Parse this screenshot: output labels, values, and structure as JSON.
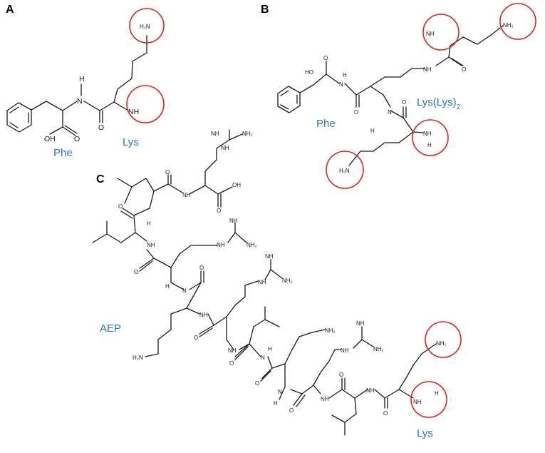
{
  "panels": [
    {
      "id": "A",
      "label": "A"
    },
    {
      "id": "B",
      "label": "B"
    },
    {
      "id": "C",
      "label": "C"
    }
  ],
  "residue_labels": {
    "a_phe": "Phe",
    "a_lys": "Lys",
    "b_phe": "Phe",
    "b_lyslys_main": "Lys(Lys)",
    "b_lyslys_sub": "2",
    "c_aep": "AEP",
    "c_lys": "Lys"
  },
  "atoms": {
    "nh2": "NH₂",
    "h2n": "H₂N",
    "nh": "NH",
    "n": "N",
    "h": "H",
    "o": "O",
    "oh": "OH",
    "ho": "HO"
  },
  "colors": {
    "label": "#2e75b6",
    "circle": "#e02020",
    "bond": "#1a1a1a"
  }
}
